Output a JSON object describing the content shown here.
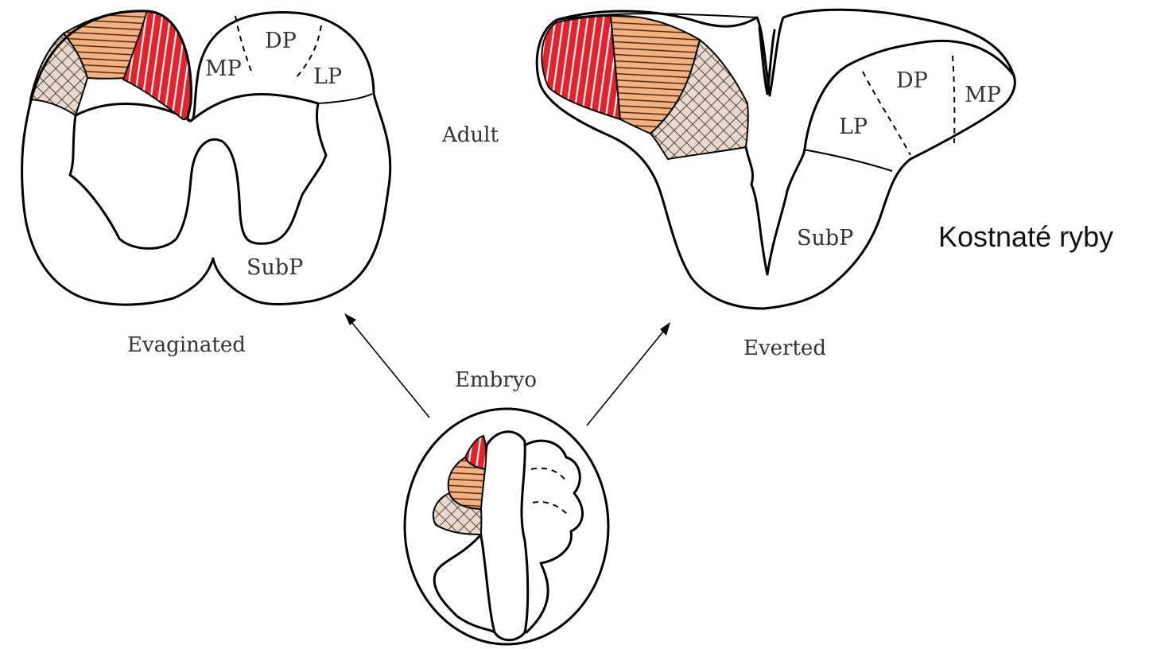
{
  "colors": {
    "red_region": "#e8202a",
    "orange_region": "#f6b27e",
    "crosshatch_region": "#e9d9cc",
    "outline": "#000000",
    "label_text": "#333333"
  },
  "labels": {
    "center_top": "Adult",
    "center_bottom": "Embryo",
    "side_caption": "Kostnaté ryby"
  },
  "evaginated": {
    "caption": "Evaginated",
    "mp": "MP",
    "dp": "DP",
    "lp": "LP",
    "subp": "SubP"
  },
  "everted": {
    "caption": "Everted",
    "mp": "MP",
    "dp": "DP",
    "lp": "LP",
    "subp": "SubP"
  }
}
